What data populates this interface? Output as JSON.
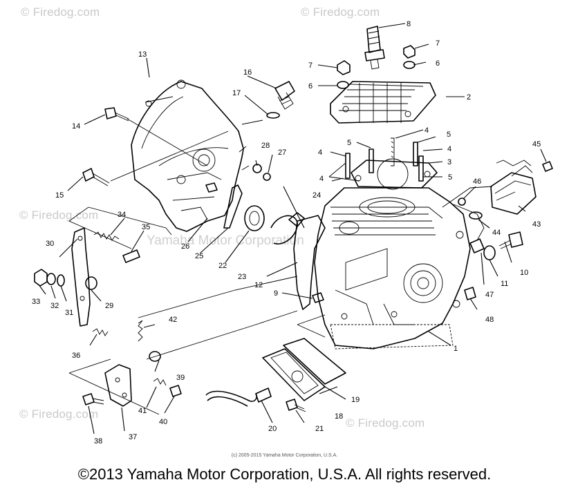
{
  "watermarks": {
    "brand": "© Firedog.com",
    "center": "Yamaha Motor Corporation"
  },
  "credit_line": "(c) 2005-2015 Yamaha Motor Corporation, U.S.A.",
  "copyright": "©2013 Yamaha Motor Corporation, U.S.A. All rights reserved.",
  "callouts": {
    "c1": "1",
    "c2": "2",
    "c3": "3",
    "c4a": "4",
    "c4b": "4",
    "c4c": "4",
    "c4d": "4",
    "c5a": "5",
    "c5b": "5",
    "c5c": "5",
    "c6a": "6",
    "c6b": "6",
    "c7a": "7",
    "c7b": "7",
    "c8": "8",
    "c9": "9",
    "c10": "10",
    "c11": "11",
    "c12": "12",
    "c13": "13",
    "c14": "14",
    "c15": "15",
    "c16": "16",
    "c17": "17",
    "c18": "18",
    "c19": "19",
    "c20": "20",
    "c21": "21",
    "c22": "22",
    "c23": "23",
    "c24": "24",
    "c25": "25",
    "c26": "26",
    "c27": "27",
    "c28": "28",
    "c29": "29",
    "c30": "30",
    "c31": "31",
    "c32": "32",
    "c33": "33",
    "c34": "34",
    "c35": "35",
    "c36": "36",
    "c37": "37",
    "c38": "38",
    "c39": "39",
    "c40": "40",
    "c41": "41",
    "c42": "42",
    "c43": "43",
    "c44": "44",
    "c45": "45",
    "c46": "46",
    "c47": "47",
    "c48": "48"
  }
}
